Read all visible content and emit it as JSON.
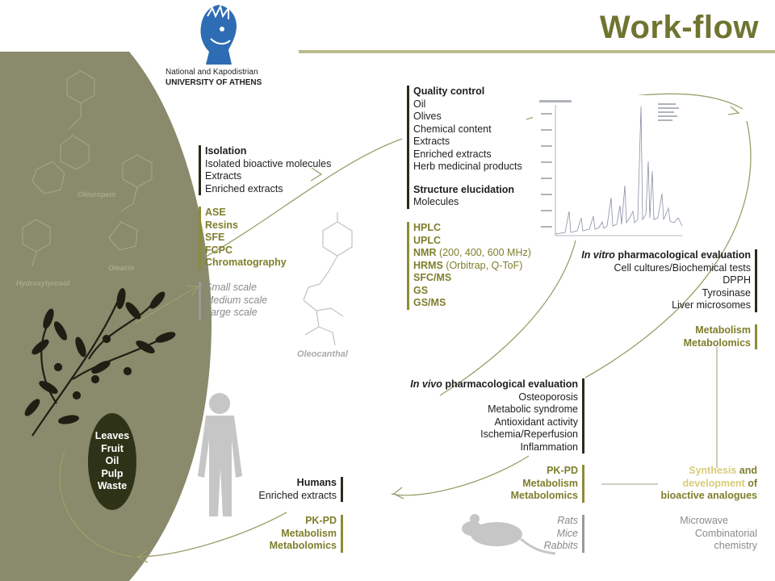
{
  "title": "Work-flow",
  "university": {
    "line1": "National and Kapodistrian",
    "line2": "UNIVERSITY OF ATHENS"
  },
  "molecules": {
    "oleuropein": "Oleuropein",
    "oleacin": "Oleacin",
    "hydroxytyrosol": "Hydroxytyrosol",
    "oleocanthal": "Oleocanthal"
  },
  "olive_parts": [
    "Leaves",
    "Fruit",
    "Oil",
    "Pulp",
    "Waste"
  ],
  "isolation": {
    "title": "Isolation",
    "items": [
      "Isolated bioactive molecules",
      "Extracts",
      "Enriched extracts"
    ]
  },
  "techniques": [
    "ASE",
    "Resins",
    "SFE",
    "FCPC",
    "Chromatography"
  ],
  "scales": [
    "Small scale",
    "Medium scale",
    "Large scale"
  ],
  "quality_control": {
    "title": "Quality control",
    "items": [
      "Oil",
      "Olives",
      "Chemical content",
      "Extracts",
      "Enriched extracts",
      "Herb medicinal products"
    ]
  },
  "structure": {
    "title": "Structure elucidation",
    "items": [
      "Molecules"
    ]
  },
  "analytics": [
    {
      "name": "HPLC",
      "detail": ""
    },
    {
      "name": "UPLC",
      "detail": ""
    },
    {
      "name": "NMR",
      "detail": " (200, 400, 600 MHz)"
    },
    {
      "name": "HRMS",
      "detail": " (Orbitrap, Q-ToF)"
    },
    {
      "name": "SFC/MS",
      "detail": ""
    },
    {
      "name": "GS",
      "detail": ""
    },
    {
      "name": "GS/MS",
      "detail": ""
    }
  ],
  "in_vitro": {
    "title_italic": "In vitro",
    "title_rest": " pharmacological evaluation",
    "items": [
      "Cell cultures/Biochemical tests",
      "DPPH",
      "Tyrosinase",
      "Liver microsomes"
    ]
  },
  "metab_right": [
    "Metabolism",
    "Metabolomics"
  ],
  "in_vivo": {
    "title_italic": "In vivo",
    "title_rest": " pharmacological evaluation",
    "items": [
      "Osteoporosis",
      "Metabolic syndrome",
      "Antioxidant activity",
      "Ischemia/Reperfusion",
      "Inflammation"
    ]
  },
  "pkpd_mid": [
    "PK-PD",
    "Metabolism",
    "Metabolomics"
  ],
  "animals": [
    "Rats",
    "Mice",
    "Rabbits"
  ],
  "synthesis": {
    "w1": "Synthesis",
    "w2": " and",
    "w3": "development",
    "w4": " of",
    "w5": "bioactive analogues"
  },
  "synthesis_methods": [
    "Microwave",
    "Combinatorial",
    "chemistry"
  ],
  "humans": {
    "title": "Humans",
    "items": [
      "Enriched extracts"
    ]
  },
  "pkpd_left": [
    "PK-PD",
    "Metabolism",
    "Metabolomics"
  ],
  "colors": {
    "olive_bg": "#8a8a6c",
    "dark_oval": "#2e3318",
    "accent": "#7e7e2c",
    "title": "#6f7530",
    "logo_blue": "#2e6db4"
  }
}
